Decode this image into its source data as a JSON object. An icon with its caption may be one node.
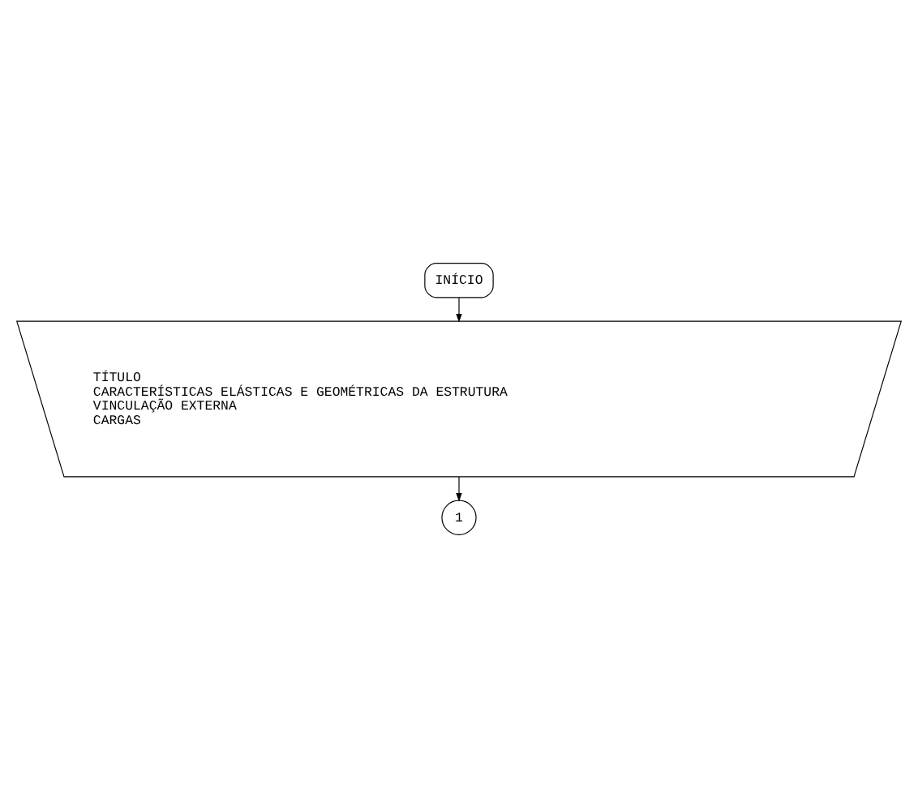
{
  "diagram": {
    "nodes": [
      {
        "text": [
          "INÍCIO"
        ]
      },
      {
        "text": [
          "TÍTULO",
          "CARACTERÍSTICAS ELÁSTICAS E GEOMÉTRICAS DA ESTRUTURA",
          "VINCULAÇÃO EXTERNA",
          "CARGAS"
        ]
      },
      {
        "text": [
          "1"
        ]
      }
    ],
    "edges": [
      {
        "from": 0,
        "to": 1,
        "arrow": "to"
      },
      {
        "from": 1,
        "to": 2,
        "arrow": "to"
      }
    ]
  }
}
